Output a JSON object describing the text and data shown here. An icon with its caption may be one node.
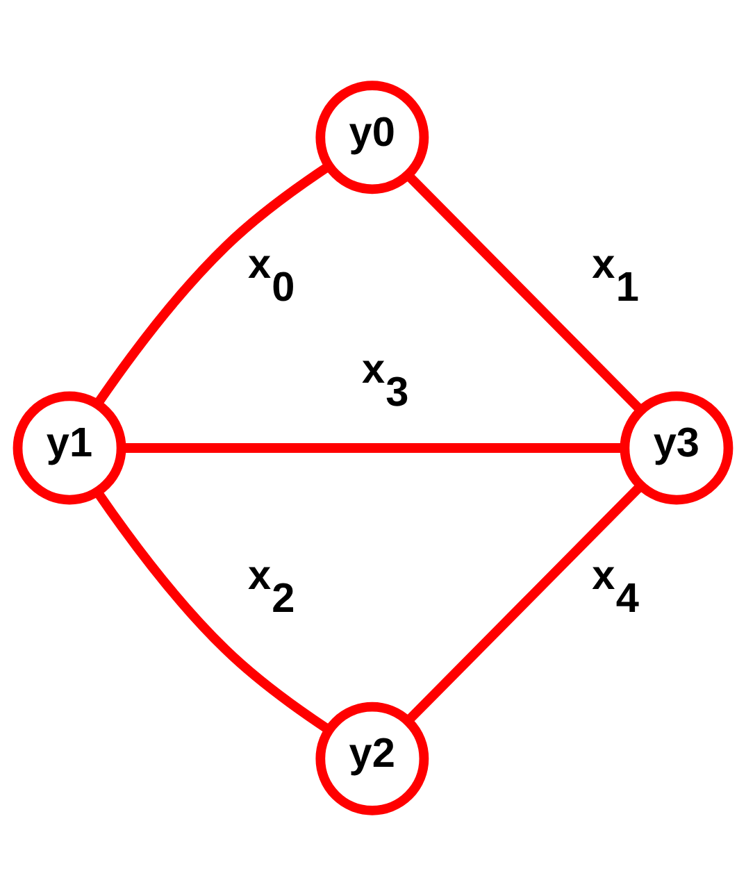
{
  "diagram": {
    "nodes": [
      {
        "text": [
          "y0"
        ]
      },
      {
        "text": [
          "y1"
        ]
      },
      {
        "text": [
          "y2"
        ]
      },
      {
        "text": [
          "y3"
        ]
      }
    ],
    "edges": [
      {
        "from": 0,
        "to": 1,
        "arrow": "none",
        "label": "x$_{0}$"
      },
      {
        "from": 0,
        "to": 3,
        "arrow": "none",
        "label": "x$_{1}$"
      },
      {
        "from": 1,
        "to": 2,
        "arrow": "none",
        "label": "x$_{2}$"
      },
      {
        "from": 1,
        "to": 3,
        "arrow": "none",
        "label": "x$_{3}$"
      },
      {
        "from": 2,
        "to": 3,
        "arrow": "none",
        "label": "x$_{4}$"
      }
    ]
  }
}
